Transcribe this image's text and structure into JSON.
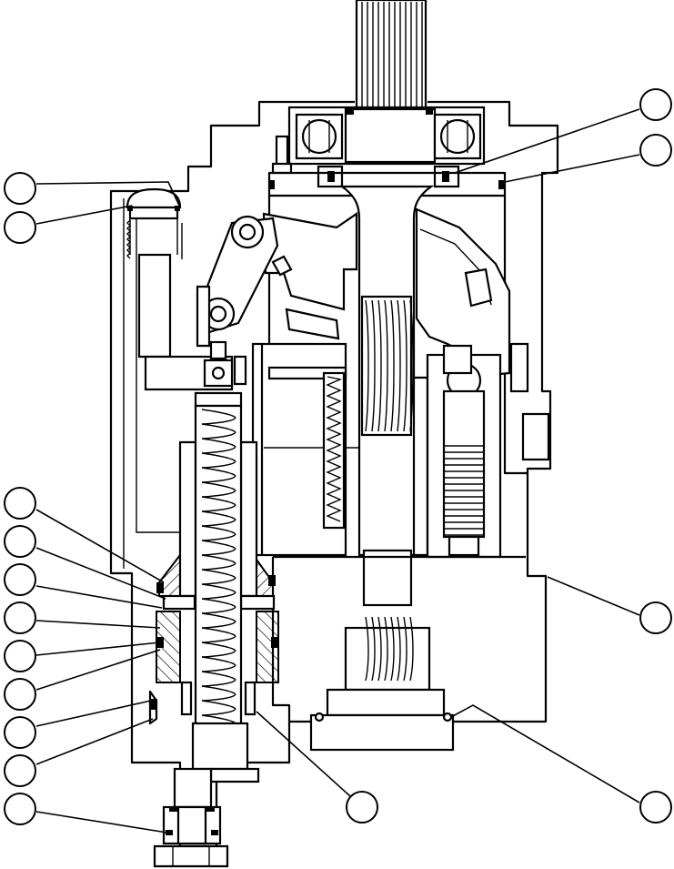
{
  "diagram": {
    "kind": "cross-section drawing",
    "callouts": [
      {
        "id": "c1",
        "label": ""
      },
      {
        "id": "c2",
        "label": ""
      },
      {
        "id": "c3",
        "label": ""
      },
      {
        "id": "c4",
        "label": ""
      },
      {
        "id": "c5",
        "label": ""
      },
      {
        "id": "c6",
        "label": ""
      },
      {
        "id": "c7",
        "label": ""
      },
      {
        "id": "c8",
        "label": ""
      },
      {
        "id": "c9",
        "label": ""
      },
      {
        "id": "c10",
        "label": ""
      },
      {
        "id": "c11",
        "label": ""
      },
      {
        "id": "c12",
        "label": ""
      },
      {
        "id": "c13",
        "label": ""
      },
      {
        "id": "c14",
        "label": ""
      },
      {
        "id": "c15",
        "label": ""
      },
      {
        "id": "c16",
        "label": ""
      },
      {
        "id": "c17",
        "label": ""
      }
    ]
  }
}
